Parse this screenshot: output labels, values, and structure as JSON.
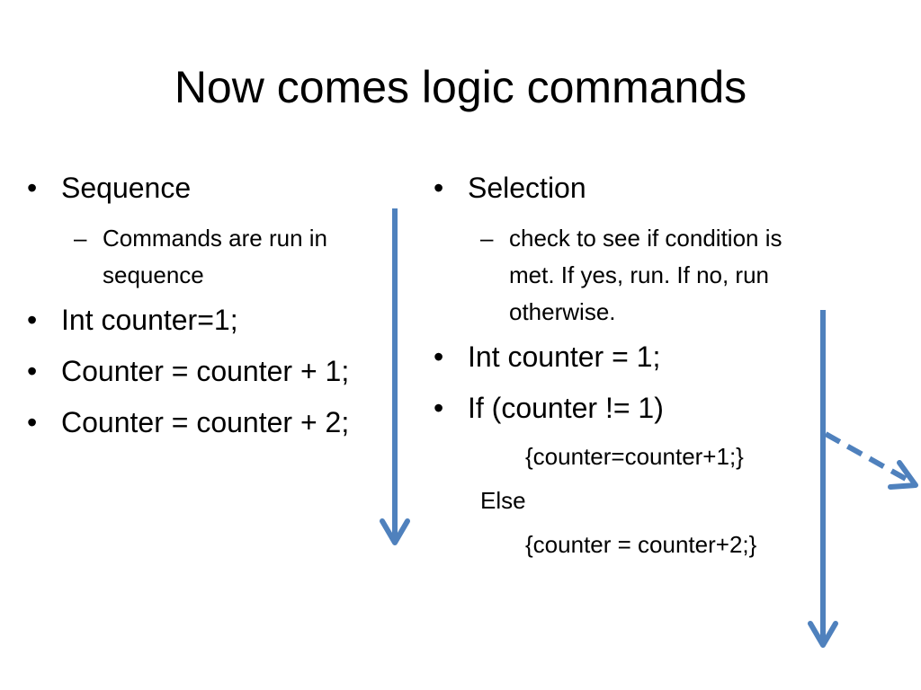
{
  "title": "Now comes logic commands",
  "left_column": {
    "heading": "Sequence",
    "sub": "Commands are run in sequence",
    "items": [
      "Int counter=1;",
      "Counter = counter + 1;",
      "Counter = counter + 2;"
    ]
  },
  "right_column": {
    "heading": "Selection",
    "sub": "check to see if condition is met. If yes, run. If no, run otherwise.",
    "items": [
      "Int counter = 1;",
      "If (counter != 1)"
    ],
    "code": {
      "then_block": "{counter=counter+1;}",
      "else_label": "Else",
      "else_block": "{counter = counter+2;}"
    }
  },
  "bullet_glyph": "•",
  "dash_glyph": "–",
  "colors": {
    "arrow": "#4f81bd",
    "text": "#000000"
  }
}
